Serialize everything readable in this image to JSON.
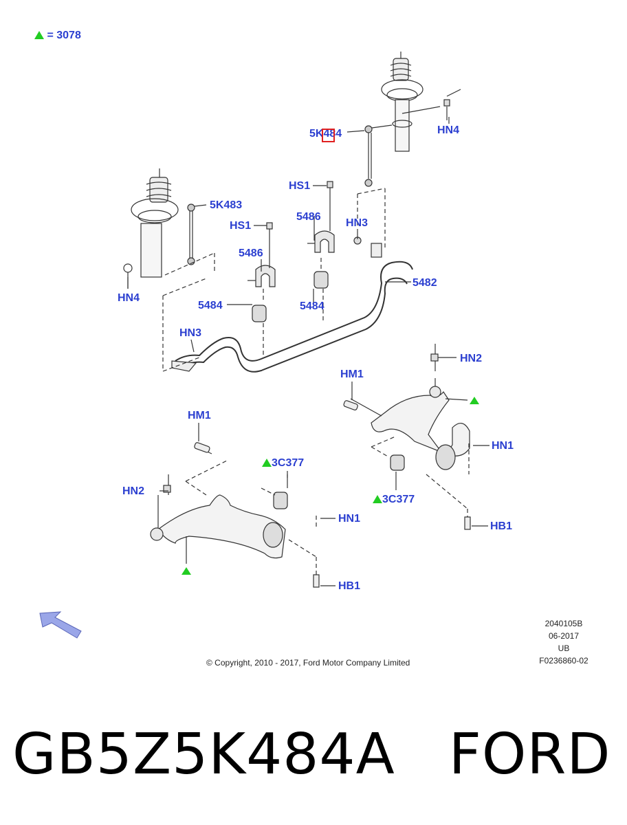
{
  "legend": {
    "symbol": "green-triangle",
    "equals": "= 3078",
    "color": "#22cc22"
  },
  "callouts": {
    "top_link": "5K484",
    "hn4_top": "HN4",
    "hs1_top": "HS1",
    "hn3_top": "HN3",
    "bracket_top": "5486",
    "link_left": "5K483",
    "hs1_left": "HS1",
    "bracket_left": "5486",
    "stabilizer_bar": "5482",
    "hn4_left": "HN4",
    "bushing_left": "5484",
    "bushing_right": "5484",
    "hn3_left": "HN3",
    "hn2_right": "HN2",
    "hm1_right": "HM1",
    "hn1_right": "HN1",
    "bush_3c377_right": "3C377",
    "hb1_right": "HB1",
    "hm1_left": "HM1",
    "bush_3c377_left": "3C377",
    "hn2_left": "HN2",
    "hn1_left": "HN1",
    "hb1_left": "HB1"
  },
  "meta": {
    "code": "2040105B",
    "date": "06-2017",
    "region": "UB",
    "figure": "F0236860-02"
  },
  "copyright": "© Copyright, 2010 - 2017, Ford Motor Company Limited",
  "bottom_caption": {
    "part_number": "GB5Z5K484A",
    "brand": "FORD"
  },
  "colors": {
    "label": "#2b3fd0",
    "highlight": "#e02020",
    "triangle": "#22cc22",
    "arrow": "#9aa6e8"
  }
}
